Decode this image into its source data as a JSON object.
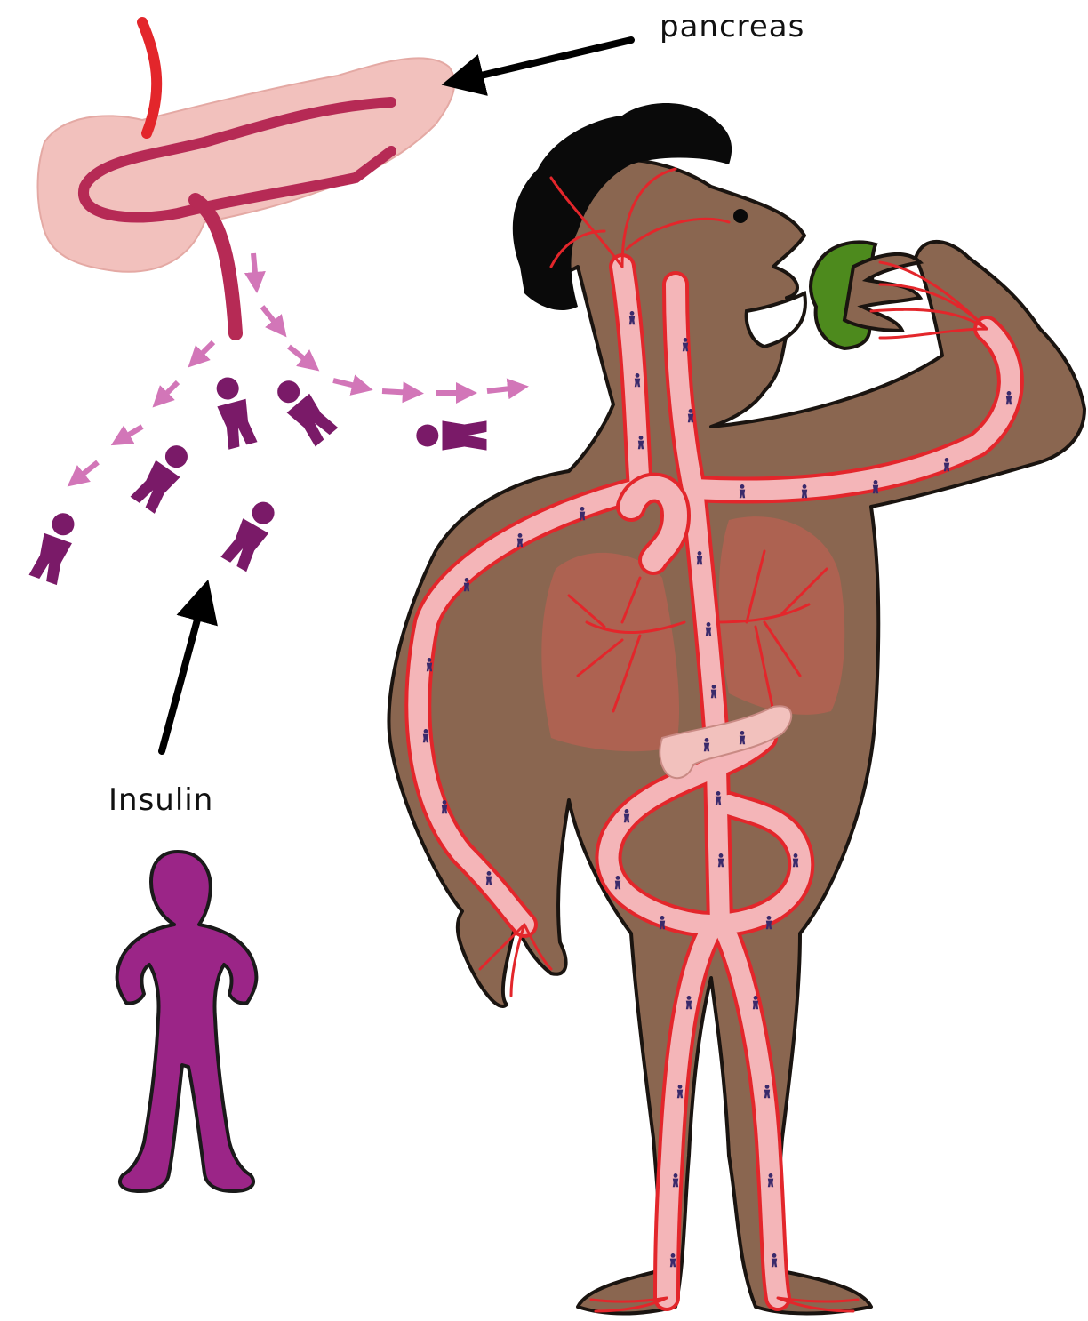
{
  "labels": {
    "pancreas": "pancreas",
    "insulin": "Insulin"
  },
  "colors": {
    "skin": "#8a6650",
    "hair": "#0a0a0a",
    "vessel_outer": "#e3262b",
    "vessel_inner": "#f4b5b8",
    "insulin_figure": "#9b2587",
    "insulin_dark": "#7a1a68",
    "insulin_arrow": "#d276b8",
    "pancreas_tissue": "#f2c1bd",
    "lung": "#b86152",
    "apple": "#4d8a1d",
    "pointer_arrow": "#000000"
  },
  "icons": [
    "pancreas-illustration",
    "human-body-figure",
    "insulin-figure-icon",
    "dispersal-arrow-icon"
  ]
}
